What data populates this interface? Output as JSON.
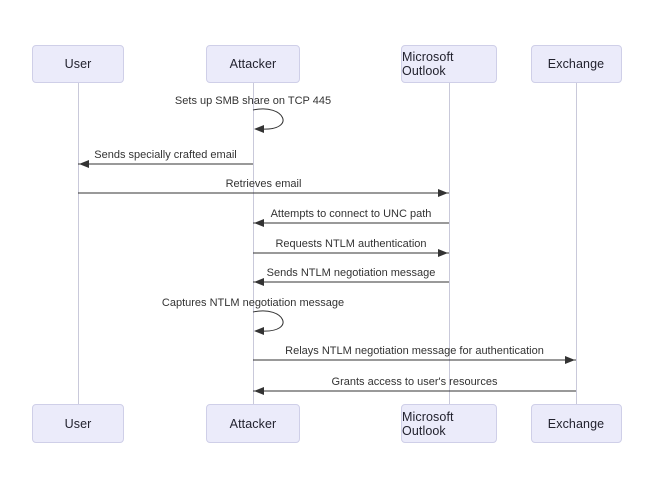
{
  "diagram": {
    "type": "sequence-diagram",
    "actors": [
      {
        "id": "user",
        "label": "User"
      },
      {
        "id": "attacker",
        "label": "Attacker"
      },
      {
        "id": "outlook",
        "label": "Microsoft Outlook"
      },
      {
        "id": "exchange",
        "label": "Exchange"
      }
    ],
    "messages": [
      {
        "from": "attacker",
        "to": "attacker",
        "kind": "self",
        "text": "Sets up SMB share on TCP 445"
      },
      {
        "from": "attacker",
        "to": "user",
        "kind": "arrow",
        "text": "Sends specially crafted email"
      },
      {
        "from": "user",
        "to": "outlook",
        "kind": "arrow",
        "text": "Retrieves email"
      },
      {
        "from": "outlook",
        "to": "attacker",
        "kind": "arrow",
        "text": "Attempts to connect to UNC path"
      },
      {
        "from": "attacker",
        "to": "outlook",
        "kind": "arrow",
        "text": "Requests NTLM authentication"
      },
      {
        "from": "outlook",
        "to": "attacker",
        "kind": "arrow",
        "text": "Sends NTLM negotiation message"
      },
      {
        "from": "attacker",
        "to": "attacker",
        "kind": "self",
        "text": "Captures NTLM negotiation message"
      },
      {
        "from": "attacker",
        "to": "exchange",
        "kind": "arrow",
        "text": "Relays NTLM negotiation message for authentication"
      },
      {
        "from": "exchange",
        "to": "attacker",
        "kind": "arrow",
        "text": "Grants access to user's resources"
      }
    ],
    "colors": {
      "background": "#ffffff",
      "actor_fill": "#ebebfa",
      "actor_border": "#cfcfe8",
      "actor_text": "#22222e",
      "message_line": "#333333",
      "message_text": "#333333",
      "lifeline": "#c9c9da"
    }
  }
}
